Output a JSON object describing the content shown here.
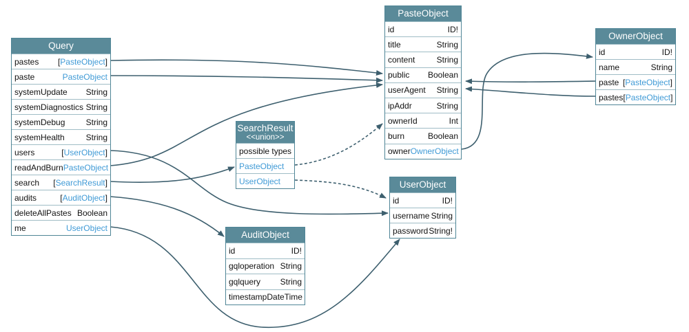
{
  "colors": {
    "header": "#5a8a99",
    "border": "#4f8596",
    "link": "#3f9ad6",
    "edge": "#3d5f6e"
  },
  "query": {
    "title": "Query",
    "fields": [
      {
        "name": "pastes",
        "pre": "[",
        "type": "PasteObject",
        "post": "]",
        "link": true
      },
      {
        "name": "paste",
        "pre": "",
        "type": "PasteObject",
        "post": "",
        "link": true
      },
      {
        "name": "systemUpdate",
        "pre": "",
        "type": "String",
        "post": "",
        "link": false
      },
      {
        "name": "systemDiagnostics",
        "pre": "",
        "type": "String",
        "post": "",
        "link": false
      },
      {
        "name": "systemDebug",
        "pre": "",
        "type": "String",
        "post": "",
        "link": false
      },
      {
        "name": "systemHealth",
        "pre": "",
        "type": "String",
        "post": "",
        "link": false
      },
      {
        "name": "users",
        "pre": "[",
        "type": "UserObject",
        "post": "]",
        "link": true
      },
      {
        "name": "readAndBurn",
        "pre": "",
        "type": "PasteObject",
        "post": "",
        "link": true
      },
      {
        "name": "search",
        "pre": "[",
        "type": "SearchResult",
        "post": "]",
        "link": true
      },
      {
        "name": "audits",
        "pre": "[",
        "type": "AuditObject",
        "post": "]",
        "link": true
      },
      {
        "name": "deleteAllPastes",
        "pre": "",
        "type": "Boolean",
        "post": "",
        "link": false
      },
      {
        "name": "me",
        "pre": "",
        "type": "UserObject",
        "post": "",
        "link": true
      }
    ]
  },
  "paste_object": {
    "title": "PasteObject",
    "fields": [
      {
        "name": "id",
        "pre": "",
        "type": "ID!",
        "post": "",
        "link": false
      },
      {
        "name": "title",
        "pre": "",
        "type": "String",
        "post": "",
        "link": false
      },
      {
        "name": "content",
        "pre": "",
        "type": "String",
        "post": "",
        "link": false
      },
      {
        "name": "public",
        "pre": "",
        "type": "Boolean",
        "post": "",
        "link": false
      },
      {
        "name": "userAgent",
        "pre": "",
        "type": "String",
        "post": "",
        "link": false
      },
      {
        "name": "ipAddr",
        "pre": "",
        "type": "String",
        "post": "",
        "link": false
      },
      {
        "name": "ownerId",
        "pre": "",
        "type": "Int",
        "post": "",
        "link": false
      },
      {
        "name": "burn",
        "pre": "",
        "type": "Boolean",
        "post": "",
        "link": false
      },
      {
        "name": "owner",
        "pre": "",
        "type": "OwnerObject",
        "post": "",
        "link": true
      }
    ]
  },
  "owner_object": {
    "title": "OwnerObject",
    "fields": [
      {
        "name": "id",
        "pre": "",
        "type": "ID!",
        "post": "",
        "link": false
      },
      {
        "name": "name",
        "pre": "",
        "type": "String",
        "post": "",
        "link": false
      },
      {
        "name": "paste",
        "pre": "[",
        "type": "PasteObject",
        "post": "]",
        "link": true
      },
      {
        "name": "pastes",
        "pre": "[",
        "type": "PasteObject",
        "post": "]",
        "link": true
      }
    ]
  },
  "search_result": {
    "title": "SearchResult",
    "subtitle": "<<union>>",
    "possible_types_label": "possible types",
    "types": [
      "PasteObject",
      "UserObject"
    ]
  },
  "user_object": {
    "title": "UserObject",
    "fields": [
      {
        "name": "id",
        "pre": "",
        "type": "ID!",
        "post": "",
        "link": false
      },
      {
        "name": "username",
        "pre": "",
        "type": "String",
        "post": "",
        "link": false
      },
      {
        "name": "password",
        "pre": "",
        "type": "String!",
        "post": "",
        "link": false
      }
    ]
  },
  "audit_object": {
    "title": "AuditObject",
    "fields": [
      {
        "name": "id",
        "pre": "",
        "type": "ID!",
        "post": "",
        "link": false
      },
      {
        "name": "gqloperation",
        "pre": "",
        "type": "String",
        "post": "",
        "link": false
      },
      {
        "name": "gqlquery",
        "pre": "",
        "type": "String",
        "post": "",
        "link": false
      },
      {
        "name": "timestamp",
        "pre": "",
        "type": "DateTime",
        "post": "",
        "link": false
      }
    ]
  }
}
